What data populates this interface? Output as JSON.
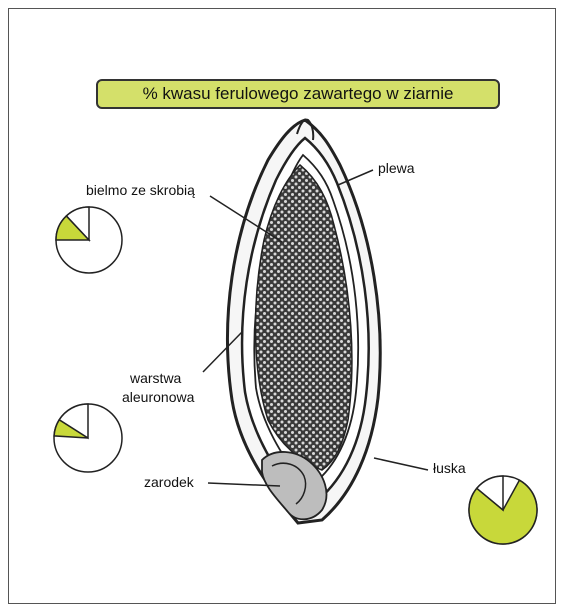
{
  "title": "% kwasu ferulowego zawartego w ziarnie",
  "colors": {
    "title_background": "#d4e06a",
    "pie_fill": "#c8d83a",
    "outline": "#222222",
    "endosperm": "#3a3a3a"
  },
  "labels": {
    "husk": "plewa",
    "endosperm": "bielmo ze skrobią",
    "aleurone_line1": "warstwa",
    "aleurone_line2": "aleuronowa",
    "germ": "zarodek",
    "hull": "łuska"
  },
  "pies": {
    "endosperm": {
      "green": 0.13,
      "white_wedge": 0.12
    },
    "aleurone": {
      "green": 0.08,
      "white_wedge": 0.16
    },
    "hull": {
      "green": 0.78,
      "white_wedge": 0.14
    }
  }
}
